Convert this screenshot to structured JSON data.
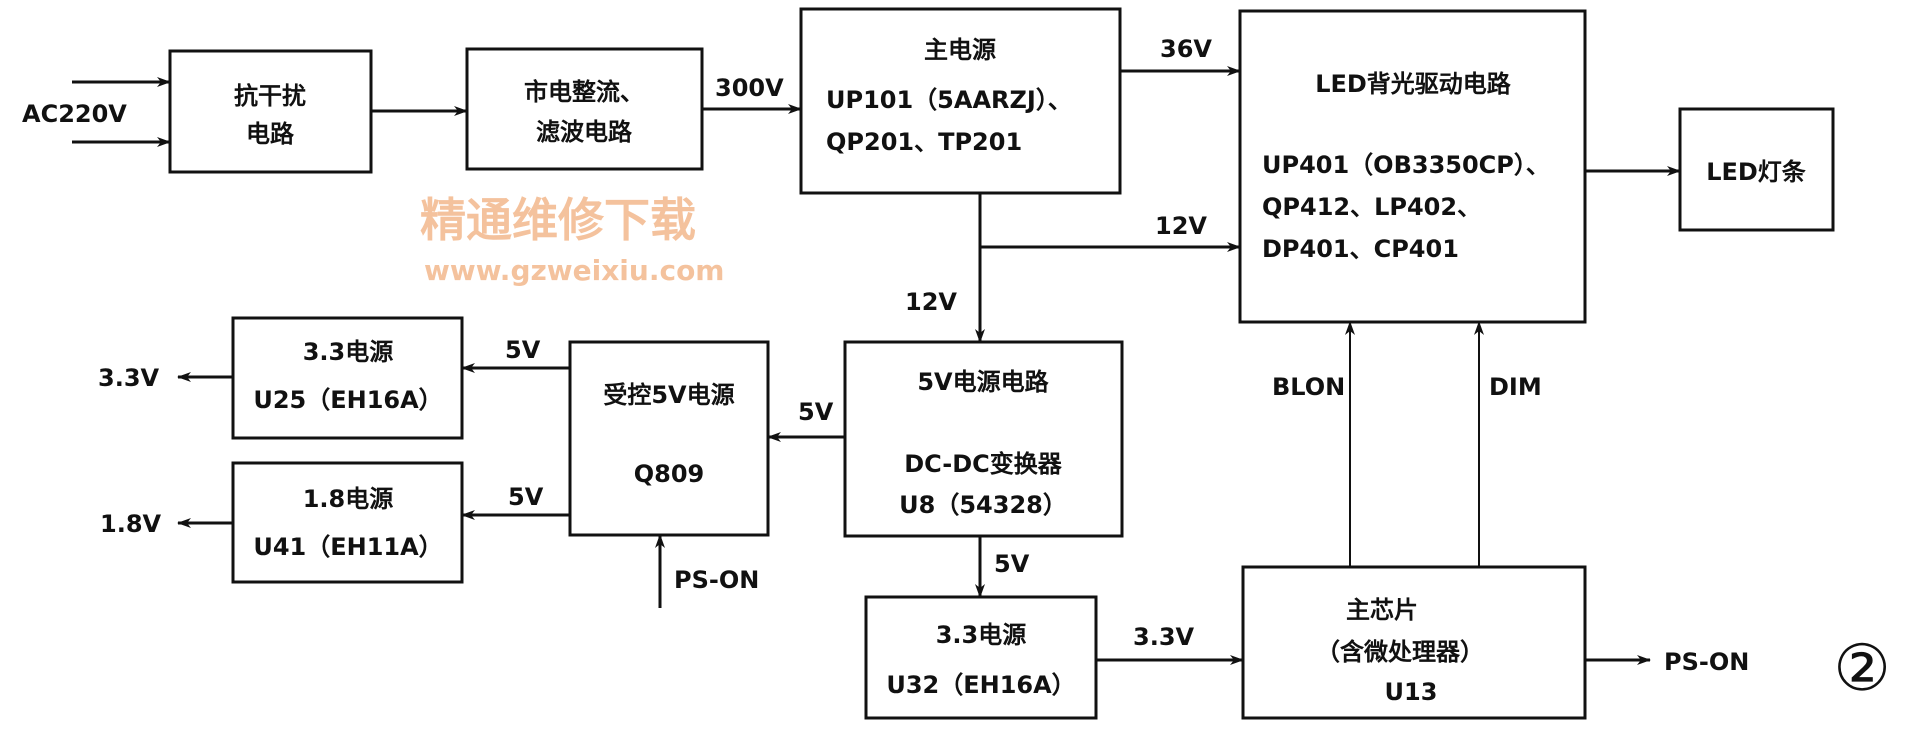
{
  "input_label": "AC220V",
  "blocks": {
    "emi": [
      "抗干扰",
      "电路"
    ],
    "rectifier": [
      "市电整流、",
      "滤波电路"
    ],
    "main_power": [
      "主电源",
      "UP101（5AARZJ）、",
      "QP201、TP201"
    ],
    "led_driver": [
      "LED背光驱动电路",
      "UP401（OB3350CP）、",
      "QP412、LP402、",
      "DP401、CP401"
    ],
    "led_strip": [
      "LED灯条"
    ],
    "dcdc": [
      "5V电源电路",
      "DC-DC变换器",
      "U8（54328）"
    ],
    "switched_5v": [
      "受控5V电源",
      "Q809"
    ],
    "p33_u25": [
      "3.3电源",
      "U25（EH16A）"
    ],
    "p18_u41": [
      "1.8电源",
      "U41（EH11A）"
    ],
    "p33_u32": [
      "3.3电源",
      "U32（EH16A）"
    ],
    "main_chip": [
      "主芯片",
      "（含微处理器）",
      "U13"
    ]
  },
  "signals": {
    "v300": "300V",
    "v36": "36V",
    "v12_led": "12V",
    "v12_down": "12V",
    "v5_to_switched": "5V",
    "v5_to_u25": "5V",
    "v5_to_u41": "5V",
    "v5_down": "5V",
    "out_33": "3.3V",
    "out_18": "1.8V",
    "v33_chip": "3.3V",
    "blon": "BLON",
    "dim": "DIM",
    "ps_on_in": "PS-ON",
    "ps_on_out": "PS-ON"
  },
  "figure_number": "②",
  "watermark": [
    "精通维修下载",
    "www.gzweixiu.com"
  ]
}
